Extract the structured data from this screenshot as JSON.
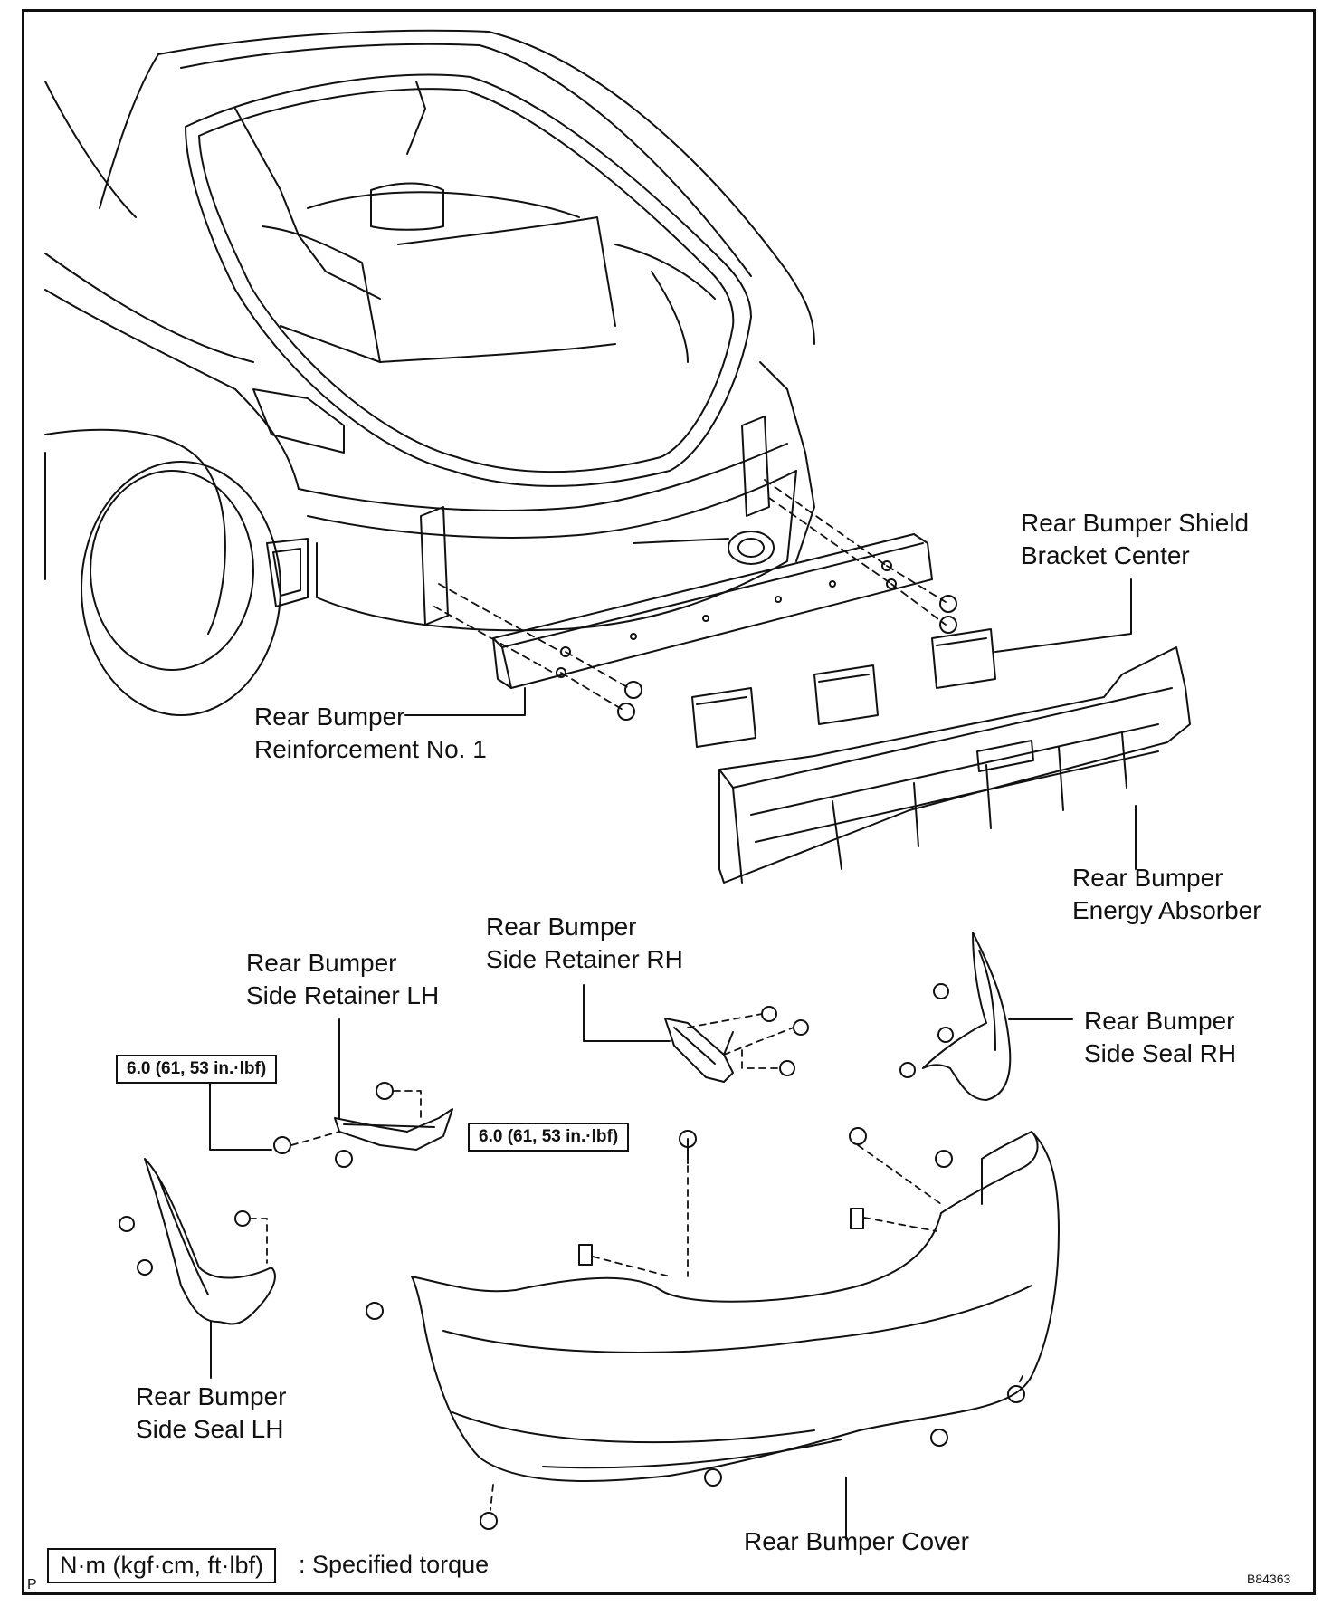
{
  "labels": {
    "shield_bracket": [
      "Rear Bumper Shield",
      "Bracket Center"
    ],
    "reinforcement": [
      "Rear Bumper",
      "Reinforcement No. 1"
    ],
    "energy_absorber": [
      "Rear Bumper",
      "Energy Absorber"
    ],
    "retainer_rh": [
      "Rear Bumper",
      "Side Retainer RH"
    ],
    "retainer_lh": [
      "Rear Bumper",
      "Side Retainer LH"
    ],
    "side_seal_rh": [
      "Rear Bumper",
      "Side Seal RH"
    ],
    "side_seal_lh": [
      "Rear Bumper",
      "Side Seal LH"
    ],
    "cover": "Rear Bumper Cover"
  },
  "torque_specs": {
    "left": "6.0 (61, 53 in.·lbf)",
    "center": "6.0 (61, 53 in.·lbf)"
  },
  "legend": {
    "unit_box": "N·m (kgf·cm, ft·lbf)",
    "meaning": ": Specified torque"
  },
  "corner": {
    "left": "P",
    "figure_id": "B84363"
  }
}
